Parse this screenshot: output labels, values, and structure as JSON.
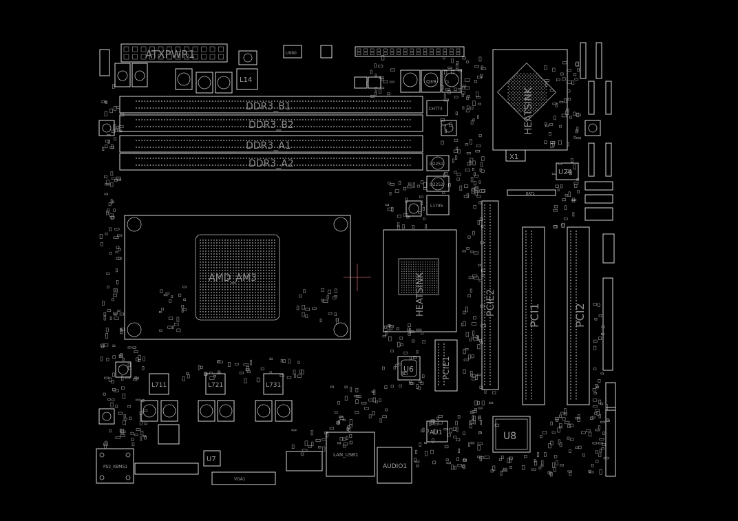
{
  "board": {
    "background": "#000000",
    "outline_color": "#d8d8d8",
    "label_color": "#8c8c8c",
    "cursor_color": "#c06060"
  },
  "labels": {
    "atxpwr": "ATXPWR1",
    "u990": "U990",
    "l14": "L14",
    "q39": "Q39",
    "chtt3": "CHTT3",
    "ddr_b1": "DDR3_B1",
    "ddr_b2": "DDR3_B2",
    "ddr_a1": "DDR3_A1",
    "ddr_a2": "DDR3_A2",
    "cpu": "AMD_AM3",
    "nb_heatsink": "HEATSINK",
    "sb_heatsink": "HEATSINK",
    "x1": "X1",
    "u24": "U24",
    "q2251": "Q2251",
    "q2252": "Q2252",
    "l1785": "L1785",
    "bat1": "BAT1",
    "pcie2": "PCIE2",
    "pci1": "PCI1",
    "pci2": "PCI2",
    "pcie1": "PCIE1",
    "u6": "U6",
    "l711": "L711",
    "l721": "L721",
    "l731": "L731",
    "u7": "U7",
    "au1": "AU1",
    "u8": "U8",
    "audio1": "AUDIO1",
    "ps2": "PS2_KBMS1",
    "lan_usb": "LAN_USB1",
    "vga": "VGA1"
  }
}
